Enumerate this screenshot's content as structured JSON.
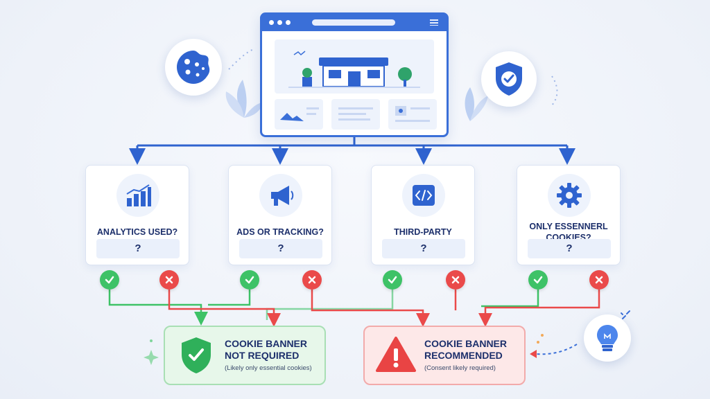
{
  "questions": [
    {
      "label": "ANALYTICS USED?",
      "answer_placeholder": "?"
    },
    {
      "label": "ADS OR TRACKING?",
      "answer_placeholder": "?"
    },
    {
      "label": "THIRD-PARTY EMBEDS?",
      "answer_placeholder": "?"
    },
    {
      "label": "ONLY ESSENNERL COOKIES?",
      "answer_placeholder": "?"
    }
  ],
  "results": {
    "not_required": {
      "title": "COOKIE BANNER NOT REQUIRED",
      "subtitle": "(Likely only essential cookies)"
    },
    "recommended": {
      "title": "COOKIE BANNER RECOMMENDED",
      "subtitle": "(Consent likely required)"
    }
  },
  "icons": [
    "cookie-icon",
    "shield-check-icon",
    "analytics-chart-icon",
    "megaphone-icon",
    "code-embed-icon",
    "gear-icon",
    "lightbulb-icon",
    "check-icon",
    "x-icon",
    "warning-icon"
  ],
  "colors": {
    "primary": "#3a6fd8",
    "yes": "#3ec267",
    "no": "#ea4a4a",
    "text": "#1c2f6b"
  }
}
